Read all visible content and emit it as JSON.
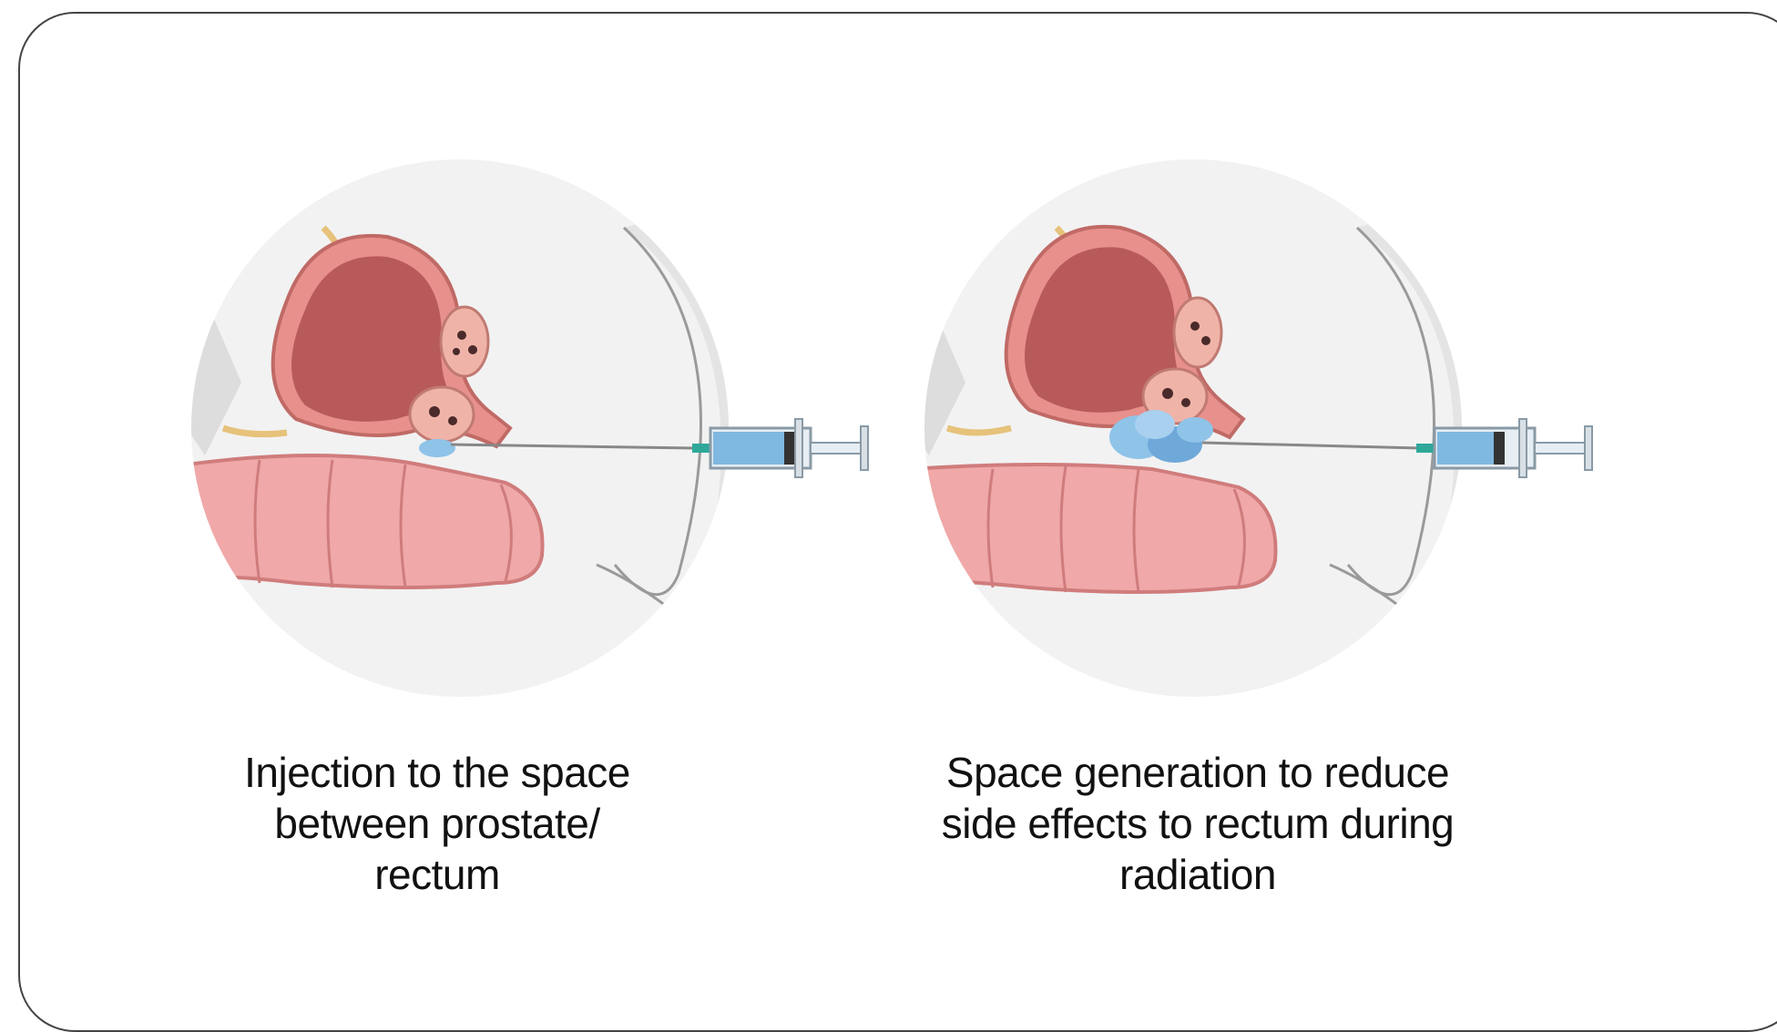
{
  "panels": [
    {
      "id": "injection",
      "caption_lines": [
        "Injection to the space",
        "between prostate/",
        "rectum"
      ]
    },
    {
      "id": "space-generation",
      "caption_lines": [
        "Space generation to reduce",
        "side effects to rectum during",
        "radiation"
      ]
    }
  ],
  "colors": {
    "bladder_wall": "#e8908c",
    "bladder_inner": "#b85a5a",
    "rectum": "#f0a8a8",
    "gel": "#8fc3e8",
    "syringe_barrel": "#7fb8e0",
    "body_gray": "#e2e2e2",
    "circle_bg": "#f2f2f2",
    "frame": "#444444"
  },
  "icons": [
    "bladder-icon",
    "seminal-vesicle-icon",
    "prostate-icon",
    "rectum-icon",
    "gel-spacer-icon",
    "syringe-icon",
    "needle-icon"
  ]
}
